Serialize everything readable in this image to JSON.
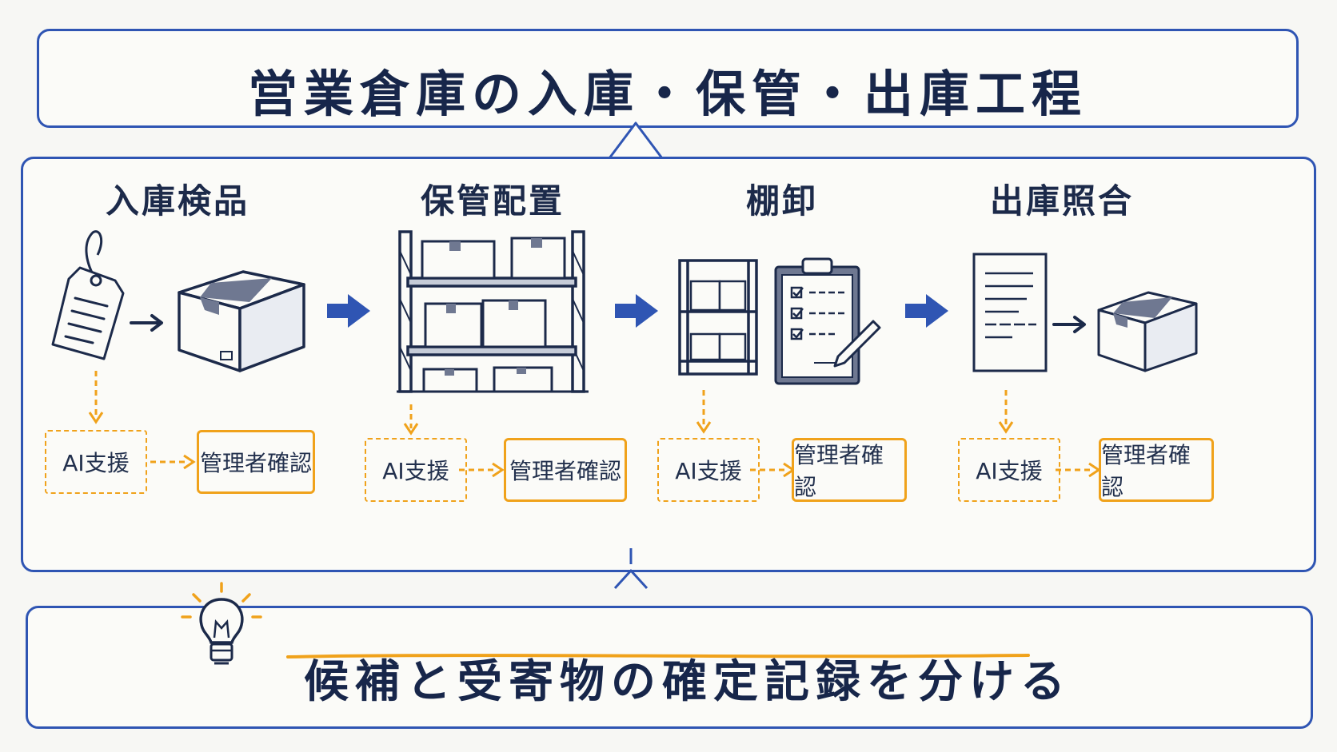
{
  "title": "営業倉庫の入庫・保管・出庫工程",
  "stages": [
    {
      "title": "入庫検品",
      "ai_label": "AI支援",
      "manager_label": "管理者確認"
    },
    {
      "title": "保管配置",
      "ai_label": "AI支援",
      "manager_label": "管理者確認"
    },
    {
      "title": "棚卸",
      "ai_label": "AI支援",
      "manager_label": "管理者確認"
    },
    {
      "title": "出庫照合",
      "ai_label": "AI支援",
      "manager_label": "管理者確認"
    }
  ],
  "summary": {
    "text": "候補と受寄物の確定記録を分ける"
  },
  "colors": {
    "frame": "#2f55b3",
    "accent": "#f0a21b",
    "ink": "#1c2a4a"
  },
  "icons": [
    "tag-icon",
    "box-icon",
    "shelf-icon",
    "clipboard-icon",
    "document-icon",
    "lightbulb-icon"
  ]
}
